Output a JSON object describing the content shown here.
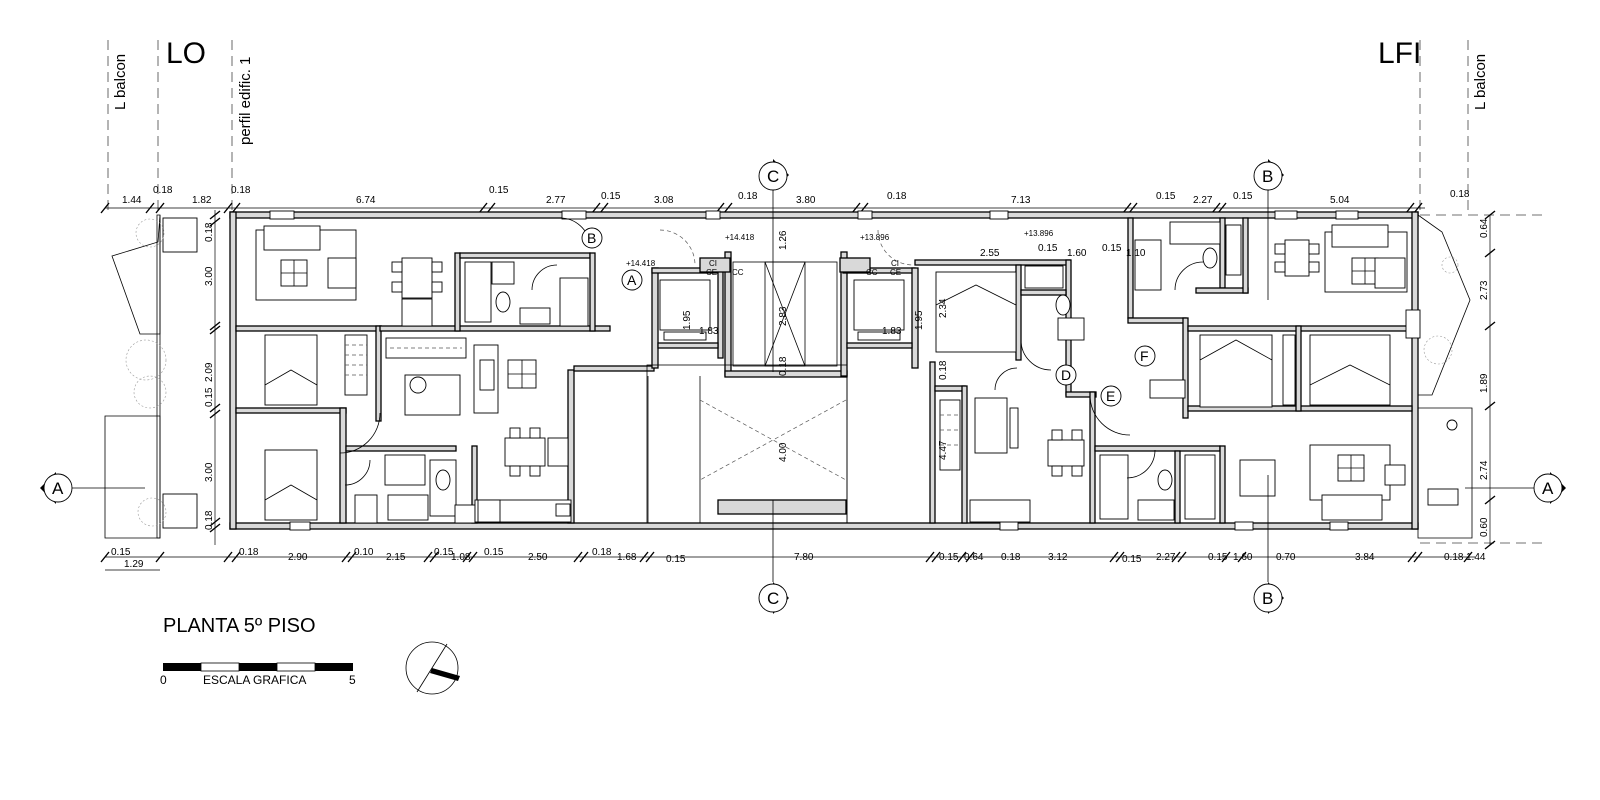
{
  "headers": {
    "lo": "LO",
    "lfi": "LFI",
    "l_balcon_left": "L balcon",
    "perfil": "perfil edific. 1",
    "l_balcon_right": "L balcon"
  },
  "title": "PLANTA 5º PISO",
  "scale": {
    "label": "ESCALA GRAFICA",
    "start": "0",
    "end": "5"
  },
  "sections": {
    "A_left": "A",
    "A_right": "A",
    "B_top": "B",
    "B_bottom": "B",
    "C_top": "C",
    "C_bottom": "C"
  },
  "rooms": [
    "B",
    "A",
    "D",
    "E",
    "F"
  ],
  "levels": [
    "+14.418",
    "+14.418",
    "+13.896",
    "+13.896"
  ],
  "shafts": [
    "CI",
    "CE",
    "CC",
    "CC",
    "CI",
    "CE"
  ],
  "top_dims": [
    "1.44",
    "0.18",
    "1.82",
    "0.18",
    "6.74",
    "0.15",
    "2.77",
    "0.15",
    "3.08",
    "0.18",
    "3.80",
    "0.18",
    "7.13",
    "0.15",
    "2.27",
    "0.15",
    "5.04",
    "0.18"
  ],
  "bottom_dims": [
    "0.15",
    "1.29",
    "0.18",
    "2.90",
    "0.10",
    "2.15",
    "0.15",
    "1.08",
    "0.15",
    "2.50",
    "0.18",
    "1.68",
    "0.15",
    "7.80",
    "0.15",
    "0.64",
    "0.18",
    "3.12",
    "0.15",
    "2.27",
    "0.15",
    "1.60",
    "0.70",
    "3.84",
    "0.18",
    "1.44"
  ],
  "left_dims": [
    "0.18",
    "3.00",
    "2.09",
    "0.15",
    "3.00",
    "0.18"
  ],
  "right_dims": [
    "0.64",
    "2.73",
    "1.89",
    "2.74",
    "0.60"
  ],
  "interior_dims": [
    "2.55",
    "0.15",
    "1.60",
    "0.15",
    "1.10",
    "1.95",
    "1.83",
    "2.83",
    "1.26",
    "0.18",
    "4.00",
    "1.83",
    "1.95",
    "2.34",
    "0.18",
    "4.47"
  ]
}
